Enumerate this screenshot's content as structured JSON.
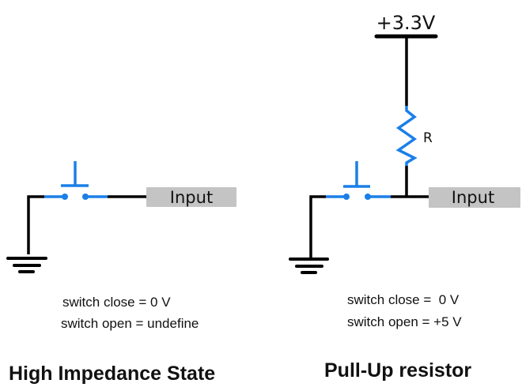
{
  "colors": {
    "wire": "#000000",
    "switch": "#1a7fe8",
    "input_box": "#c4c4c4"
  },
  "left_circuit": {
    "input_label": "Input",
    "notes": [
      "switch close = 0 V",
      "switch open = undefine"
    ],
    "title": "High Impedance State",
    "components": [
      "ground-symbol",
      "push-button-switch",
      "input-pin"
    ]
  },
  "right_circuit": {
    "supply_label": "+3.3V",
    "resistor_label": "R",
    "input_label": "Input",
    "notes": [
      "switch close =  0 V",
      "switch open = +5 V"
    ],
    "title": "Pull-Up resistor",
    "components": [
      "supply-rail",
      "resistor",
      "ground-symbol",
      "push-button-switch",
      "input-pin"
    ]
  }
}
